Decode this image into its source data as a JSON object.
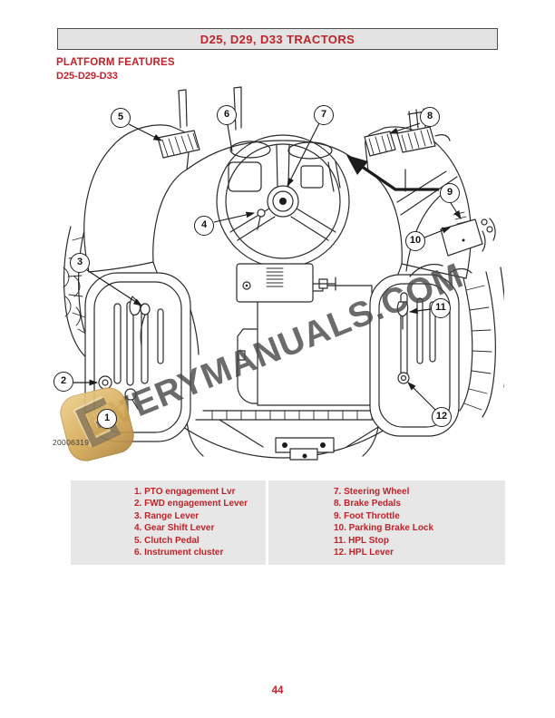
{
  "header": {
    "title": "D25, D29, D33 TRACTORS"
  },
  "section": {
    "title": "PLATFORM FEATURES",
    "subtitle": "D25-D29-D33"
  },
  "diagram": {
    "figure_code": "20006319",
    "watermark": "EVERYMANUALS.COM",
    "callouts": [
      "1",
      "2",
      "3",
      "4",
      "5",
      "6",
      "7",
      "8",
      "9",
      "10",
      "11",
      "12"
    ]
  },
  "legend": {
    "left_column": [
      "1. PTO engagement Lvr",
      "2. FWD engagement Lever",
      "3. Range Lever",
      "4. Gear Shift Lever",
      "5. Clutch Pedal",
      "6. Instrument cluster"
    ],
    "right_column": [
      "7. Steering Wheel",
      "8. Brake Pedals",
      "9. Foot Throttle",
      "10. Parking Brake Lock",
      "11. HPL Stop",
      "12. HPL Lever"
    ]
  },
  "footer": {
    "page_number": "44"
  },
  "colors": {
    "accent_red": "#c0232a",
    "header_bg": "#e3e3e3",
    "legend_bg": "#e7e7e7",
    "line_art": "#2b2b2b",
    "watermark_gray": "#464646",
    "logo_gold": "#d6ab58"
  }
}
